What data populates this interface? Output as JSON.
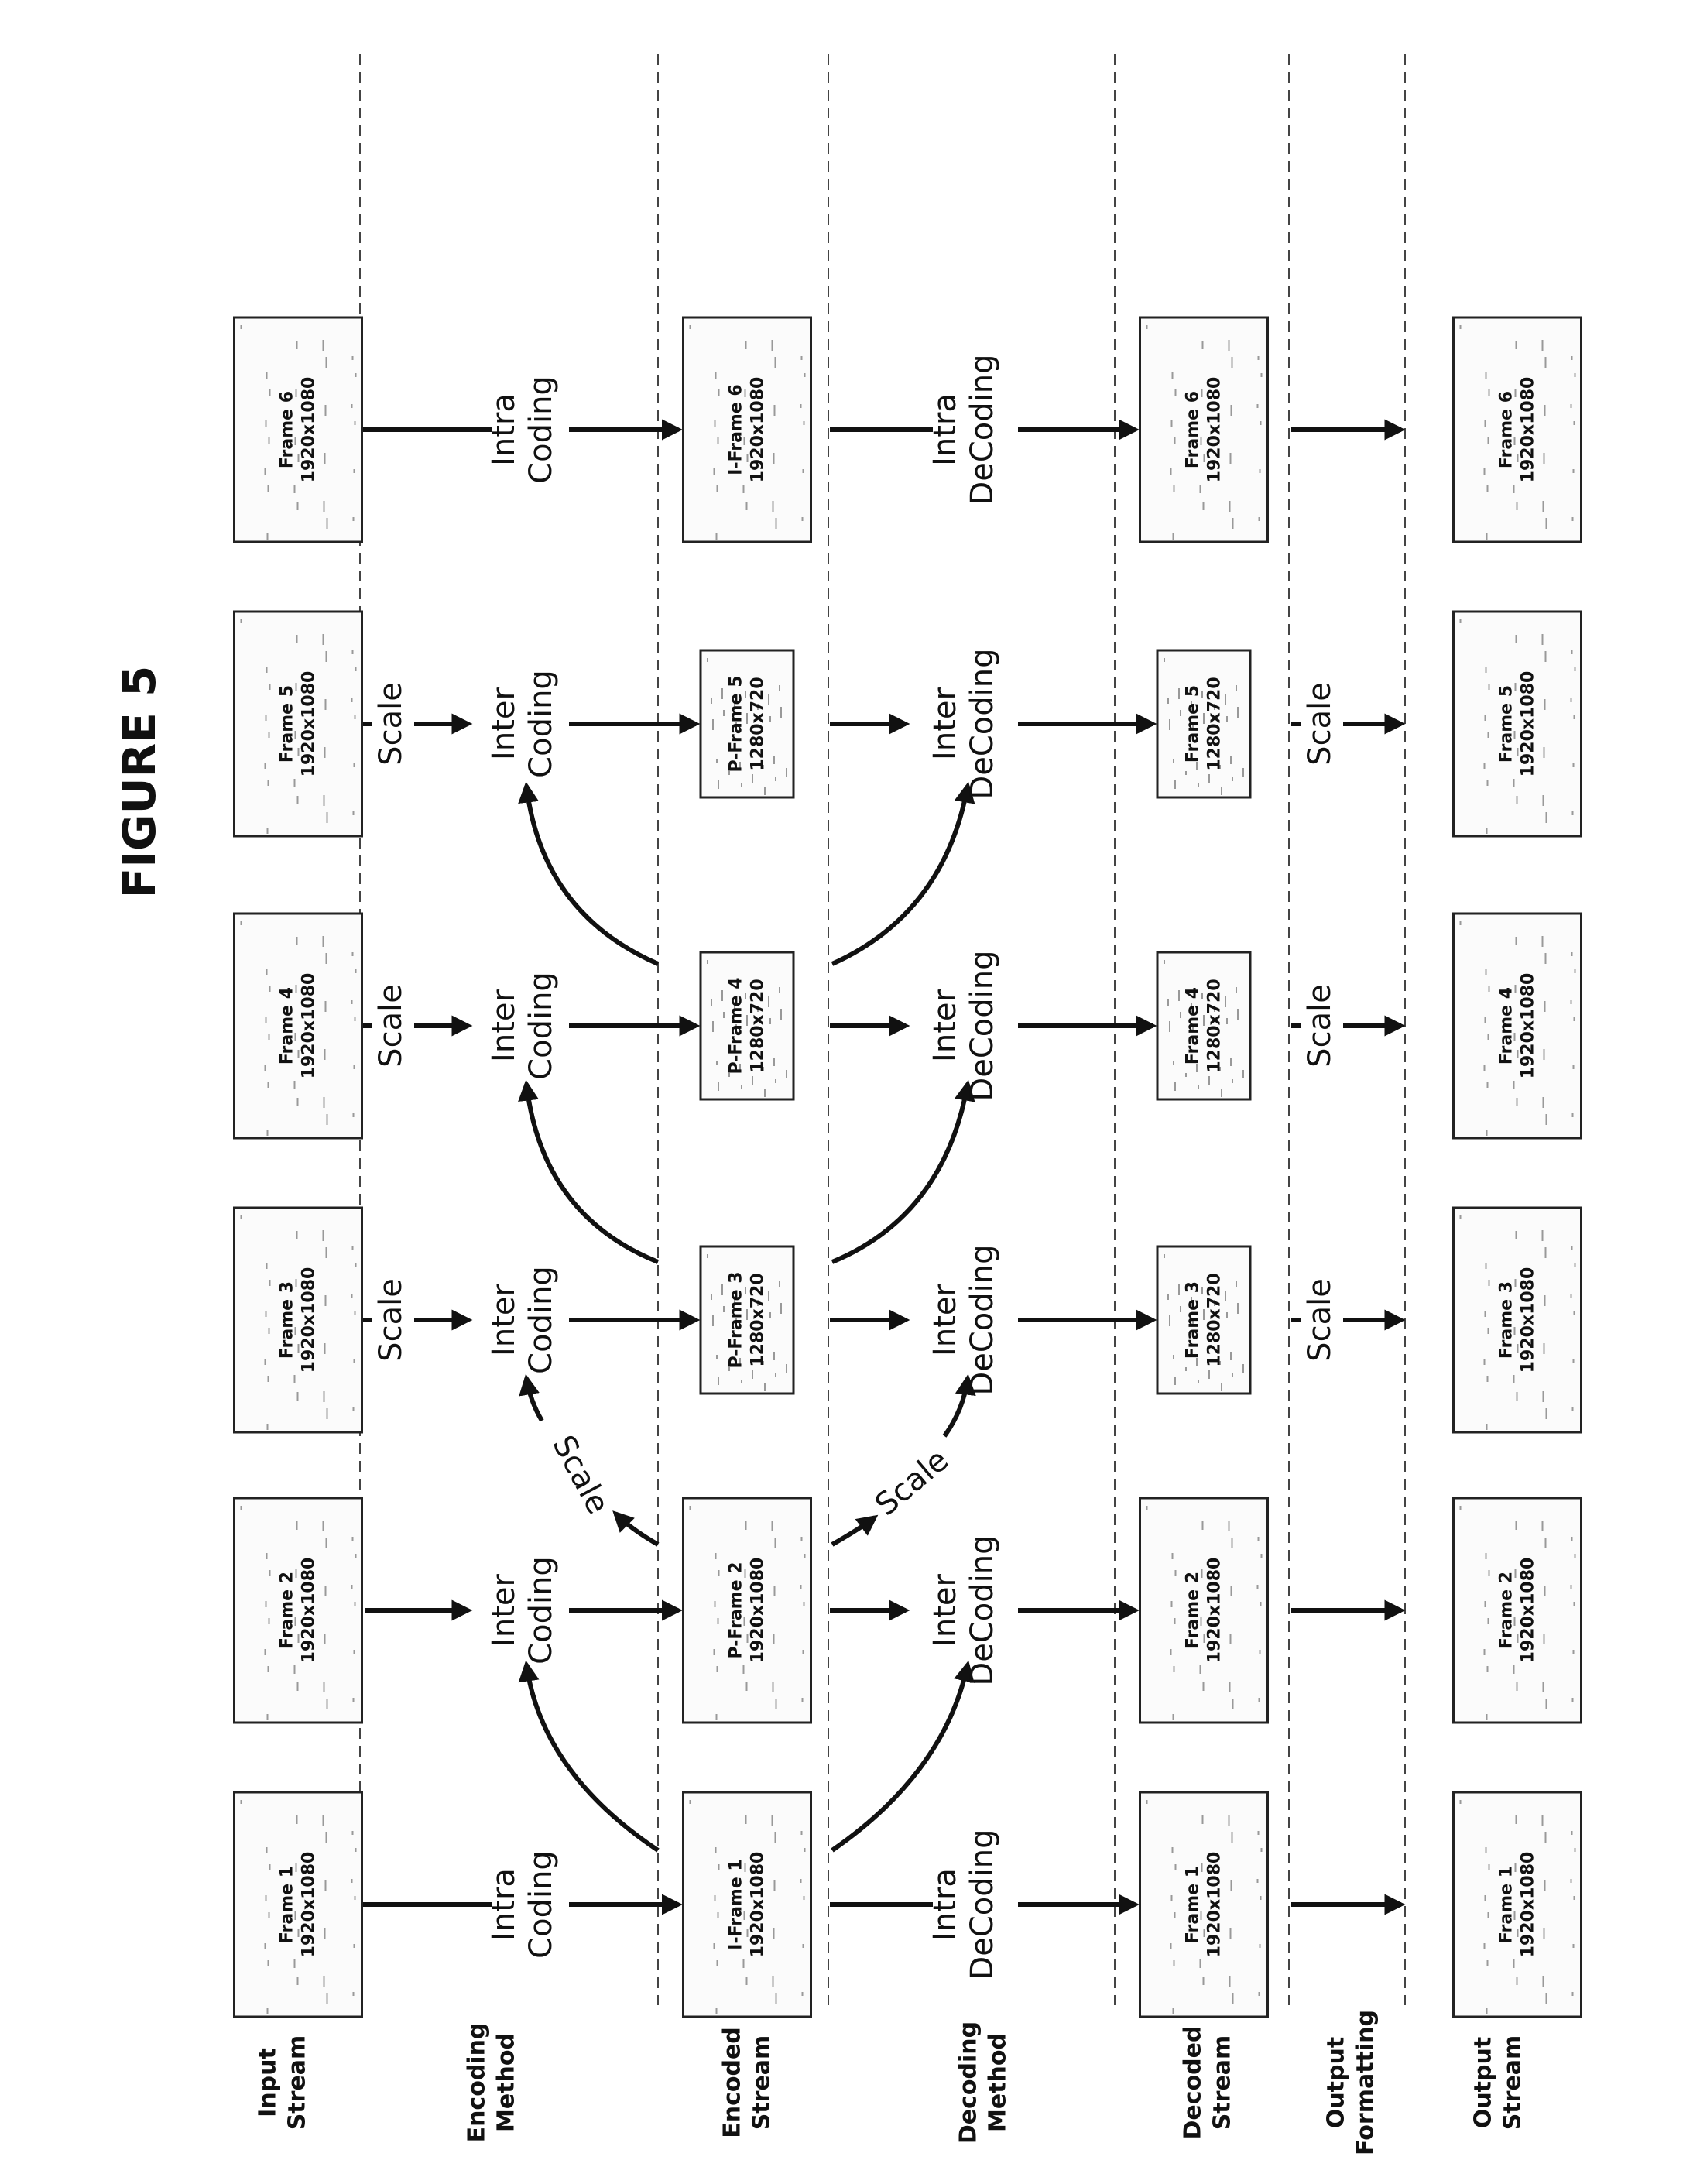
{
  "title": "FIGURE 5",
  "lanes": [
    {
      "label": "Input\nStream"
    },
    {
      "label": "Encoding\nMethod"
    },
    {
      "label": "Encoded\nStream"
    },
    {
      "label": "Decoding\nMethod"
    },
    {
      "label": "Decoded\nStream"
    },
    {
      "label": "Output\nFormatting"
    },
    {
      "label": "Output\nStream"
    }
  ],
  "input_stream": [
    {
      "name": "Frame 1",
      "res": "1920x1080"
    },
    {
      "name": "Frame 2",
      "res": "1920x1080"
    },
    {
      "name": "Frame 3",
      "res": "1920x1080"
    },
    {
      "name": "Frame 4",
      "res": "1920x1080"
    },
    {
      "name": "Frame 5",
      "res": "1920x1080"
    },
    {
      "name": "Frame 6",
      "res": "1920x1080"
    }
  ],
  "encoding_method": [
    {
      "method": "Intra\nCoding",
      "scale": ""
    },
    {
      "method": "Inter\nCoding",
      "scale": ""
    },
    {
      "method": "Inter\nCoding",
      "scale": "Scale"
    },
    {
      "method": "Inter\nCoding",
      "scale": "Scale"
    },
    {
      "method": "Inter\nCoding",
      "scale": "Scale"
    },
    {
      "method": "Intra\nCoding",
      "scale": ""
    }
  ],
  "encoded_stream": [
    {
      "name": "I-Frame 1",
      "res": "1920x1080"
    },
    {
      "name": "P-Frame 2",
      "res": "1920x1080"
    },
    {
      "name": "P-Frame 3",
      "res": "1280x720"
    },
    {
      "name": "P-Frame 4",
      "res": "1280x720"
    },
    {
      "name": "P-Frame 5",
      "res": "1280x720"
    },
    {
      "name": "I-Frame 6",
      "res": "1920x1080"
    }
  ],
  "decoding_method": [
    {
      "method": "Intra\nDeCoding"
    },
    {
      "method": "Inter\nDeCoding"
    },
    {
      "method": "Inter\nDeCoding"
    },
    {
      "method": "Inter\nDeCoding"
    },
    {
      "method": "Inter\nDeCoding"
    },
    {
      "method": "Intra\nDeCoding"
    }
  ],
  "decoded_stream": [
    {
      "name": "Frame 1",
      "res": "1920x1080"
    },
    {
      "name": "Frame 2",
      "res": "1920x1080"
    },
    {
      "name": "Frame 3",
      "res": "1280x720"
    },
    {
      "name": "Frame 4",
      "res": "1280x720"
    },
    {
      "name": "Frame 5",
      "res": "1280x720"
    },
    {
      "name": "Frame 6",
      "res": "1920x1080"
    }
  ],
  "output_formatting": [
    {
      "scale": ""
    },
    {
      "scale": ""
    },
    {
      "scale": "Scale"
    },
    {
      "scale": "Scale"
    },
    {
      "scale": "Scale"
    },
    {
      "scale": ""
    }
  ],
  "output_stream": [
    {
      "name": "Frame 1",
      "res": "1920x1080"
    },
    {
      "name": "Frame 2",
      "res": "1920x1080"
    },
    {
      "name": "Frame 3",
      "res": "1920x1080"
    },
    {
      "name": "Frame 4",
      "res": "1920x1080"
    },
    {
      "name": "Frame 5",
      "res": "1920x1080"
    },
    {
      "name": "Frame 6",
      "res": "1920x1080"
    }
  ],
  "reference_scale_labels": {
    "encoding": "Scale",
    "decoding": "Scale"
  }
}
